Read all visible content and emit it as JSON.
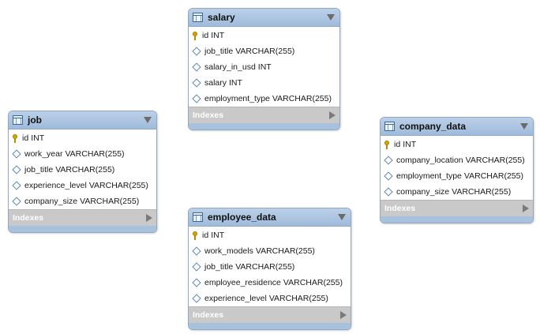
{
  "tables": {
    "salary": {
      "name": "salary",
      "columns": [
        {
          "name": "id",
          "type": "INT",
          "key": true
        },
        {
          "name": "job_title",
          "type": "VARCHAR(255)",
          "key": false
        },
        {
          "name": "salary_in_usd",
          "type": "INT",
          "key": false
        },
        {
          "name": "salary",
          "type": "INT",
          "key": false
        },
        {
          "name": "employment_type",
          "type": "VARCHAR(255)",
          "key": false
        }
      ],
      "indexes_label": "Indexes"
    },
    "job": {
      "name": "job",
      "columns": [
        {
          "name": "id",
          "type": "INT",
          "key": true
        },
        {
          "name": "work_year",
          "type": "VARCHAR(255)",
          "key": false
        },
        {
          "name": "job_title",
          "type": "VARCHAR(255)",
          "key": false
        },
        {
          "name": "experience_level",
          "type": "VARCHAR(255)",
          "key": false
        },
        {
          "name": "company_size",
          "type": "VARCHAR(255)",
          "key": false
        }
      ],
      "indexes_label": "Indexes"
    },
    "company_data": {
      "name": "company_data",
      "columns": [
        {
          "name": "id",
          "type": "INT",
          "key": true
        },
        {
          "name": "company_location",
          "type": "VARCHAR(255)",
          "key": false
        },
        {
          "name": "employment_type",
          "type": "VARCHAR(255)",
          "key": false
        },
        {
          "name": "company_size",
          "type": "VARCHAR(255)",
          "key": false
        }
      ],
      "indexes_label": "Indexes"
    },
    "employee_data": {
      "name": "employee_data",
      "columns": [
        {
          "name": "id",
          "type": "INT",
          "key": true
        },
        {
          "name": "work_models",
          "type": "VARCHAR(255)",
          "key": false
        },
        {
          "name": "job_title",
          "type": "VARCHAR(255)",
          "key": false
        },
        {
          "name": "employee_residence",
          "type": "VARCHAR(255)",
          "key": false
        },
        {
          "name": "experience_level",
          "type": "VARCHAR(255)",
          "key": false
        }
      ],
      "indexes_label": "Indexes"
    }
  }
}
